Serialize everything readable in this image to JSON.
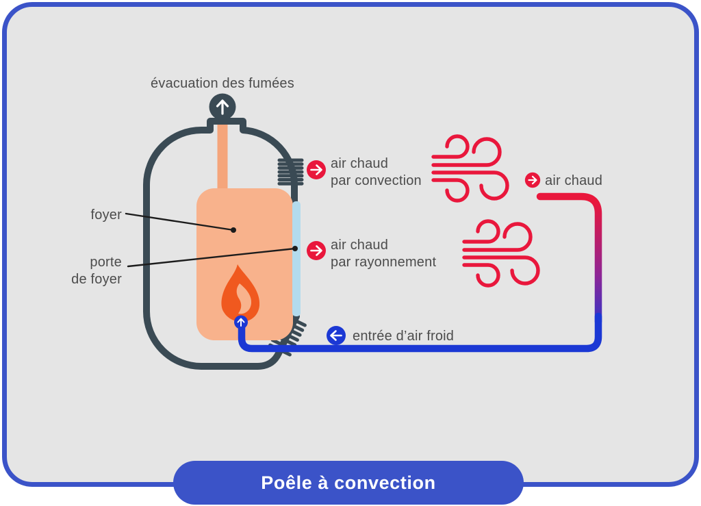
{
  "banner": {
    "title": "Poêle à convection"
  },
  "labels": {
    "evacuation": "évacuation des fumées",
    "foyer": "foyer",
    "porte_line1": "porte",
    "porte_line2": "de foyer",
    "convection_line1": "air chaud",
    "convection_line2": "par convection",
    "rayonnement_line1": "air chaud",
    "rayonnement_line2": "par rayonnement",
    "air_chaud": "air chaud",
    "entree_air_froid": "entrée d’air froid"
  },
  "icons": {
    "smoke_exit": "up-arrow-circle-icon",
    "hot_air_badges": "right-arrow-circle-icon",
    "cold_air_badge": "left-arrow-circle-icon",
    "wind": "wind-gust-icon",
    "flame": "flame-icon"
  },
  "colors": {
    "brand_blue": "#3b53c8",
    "pipe_blue": "#1b38d4",
    "red": "#e9173c",
    "purple_mid": "#8c2697",
    "dark_slate": "#3a4a54",
    "salmon": "#f8b28c",
    "chimney_salmon": "#f5a57b",
    "door_blue": "#b3dbed",
    "flame_orange": "#f0591f",
    "card_bg": "#e5e5e5",
    "text_gray": "#4c4c4c",
    "pointer_black": "#1c1c1c"
  }
}
